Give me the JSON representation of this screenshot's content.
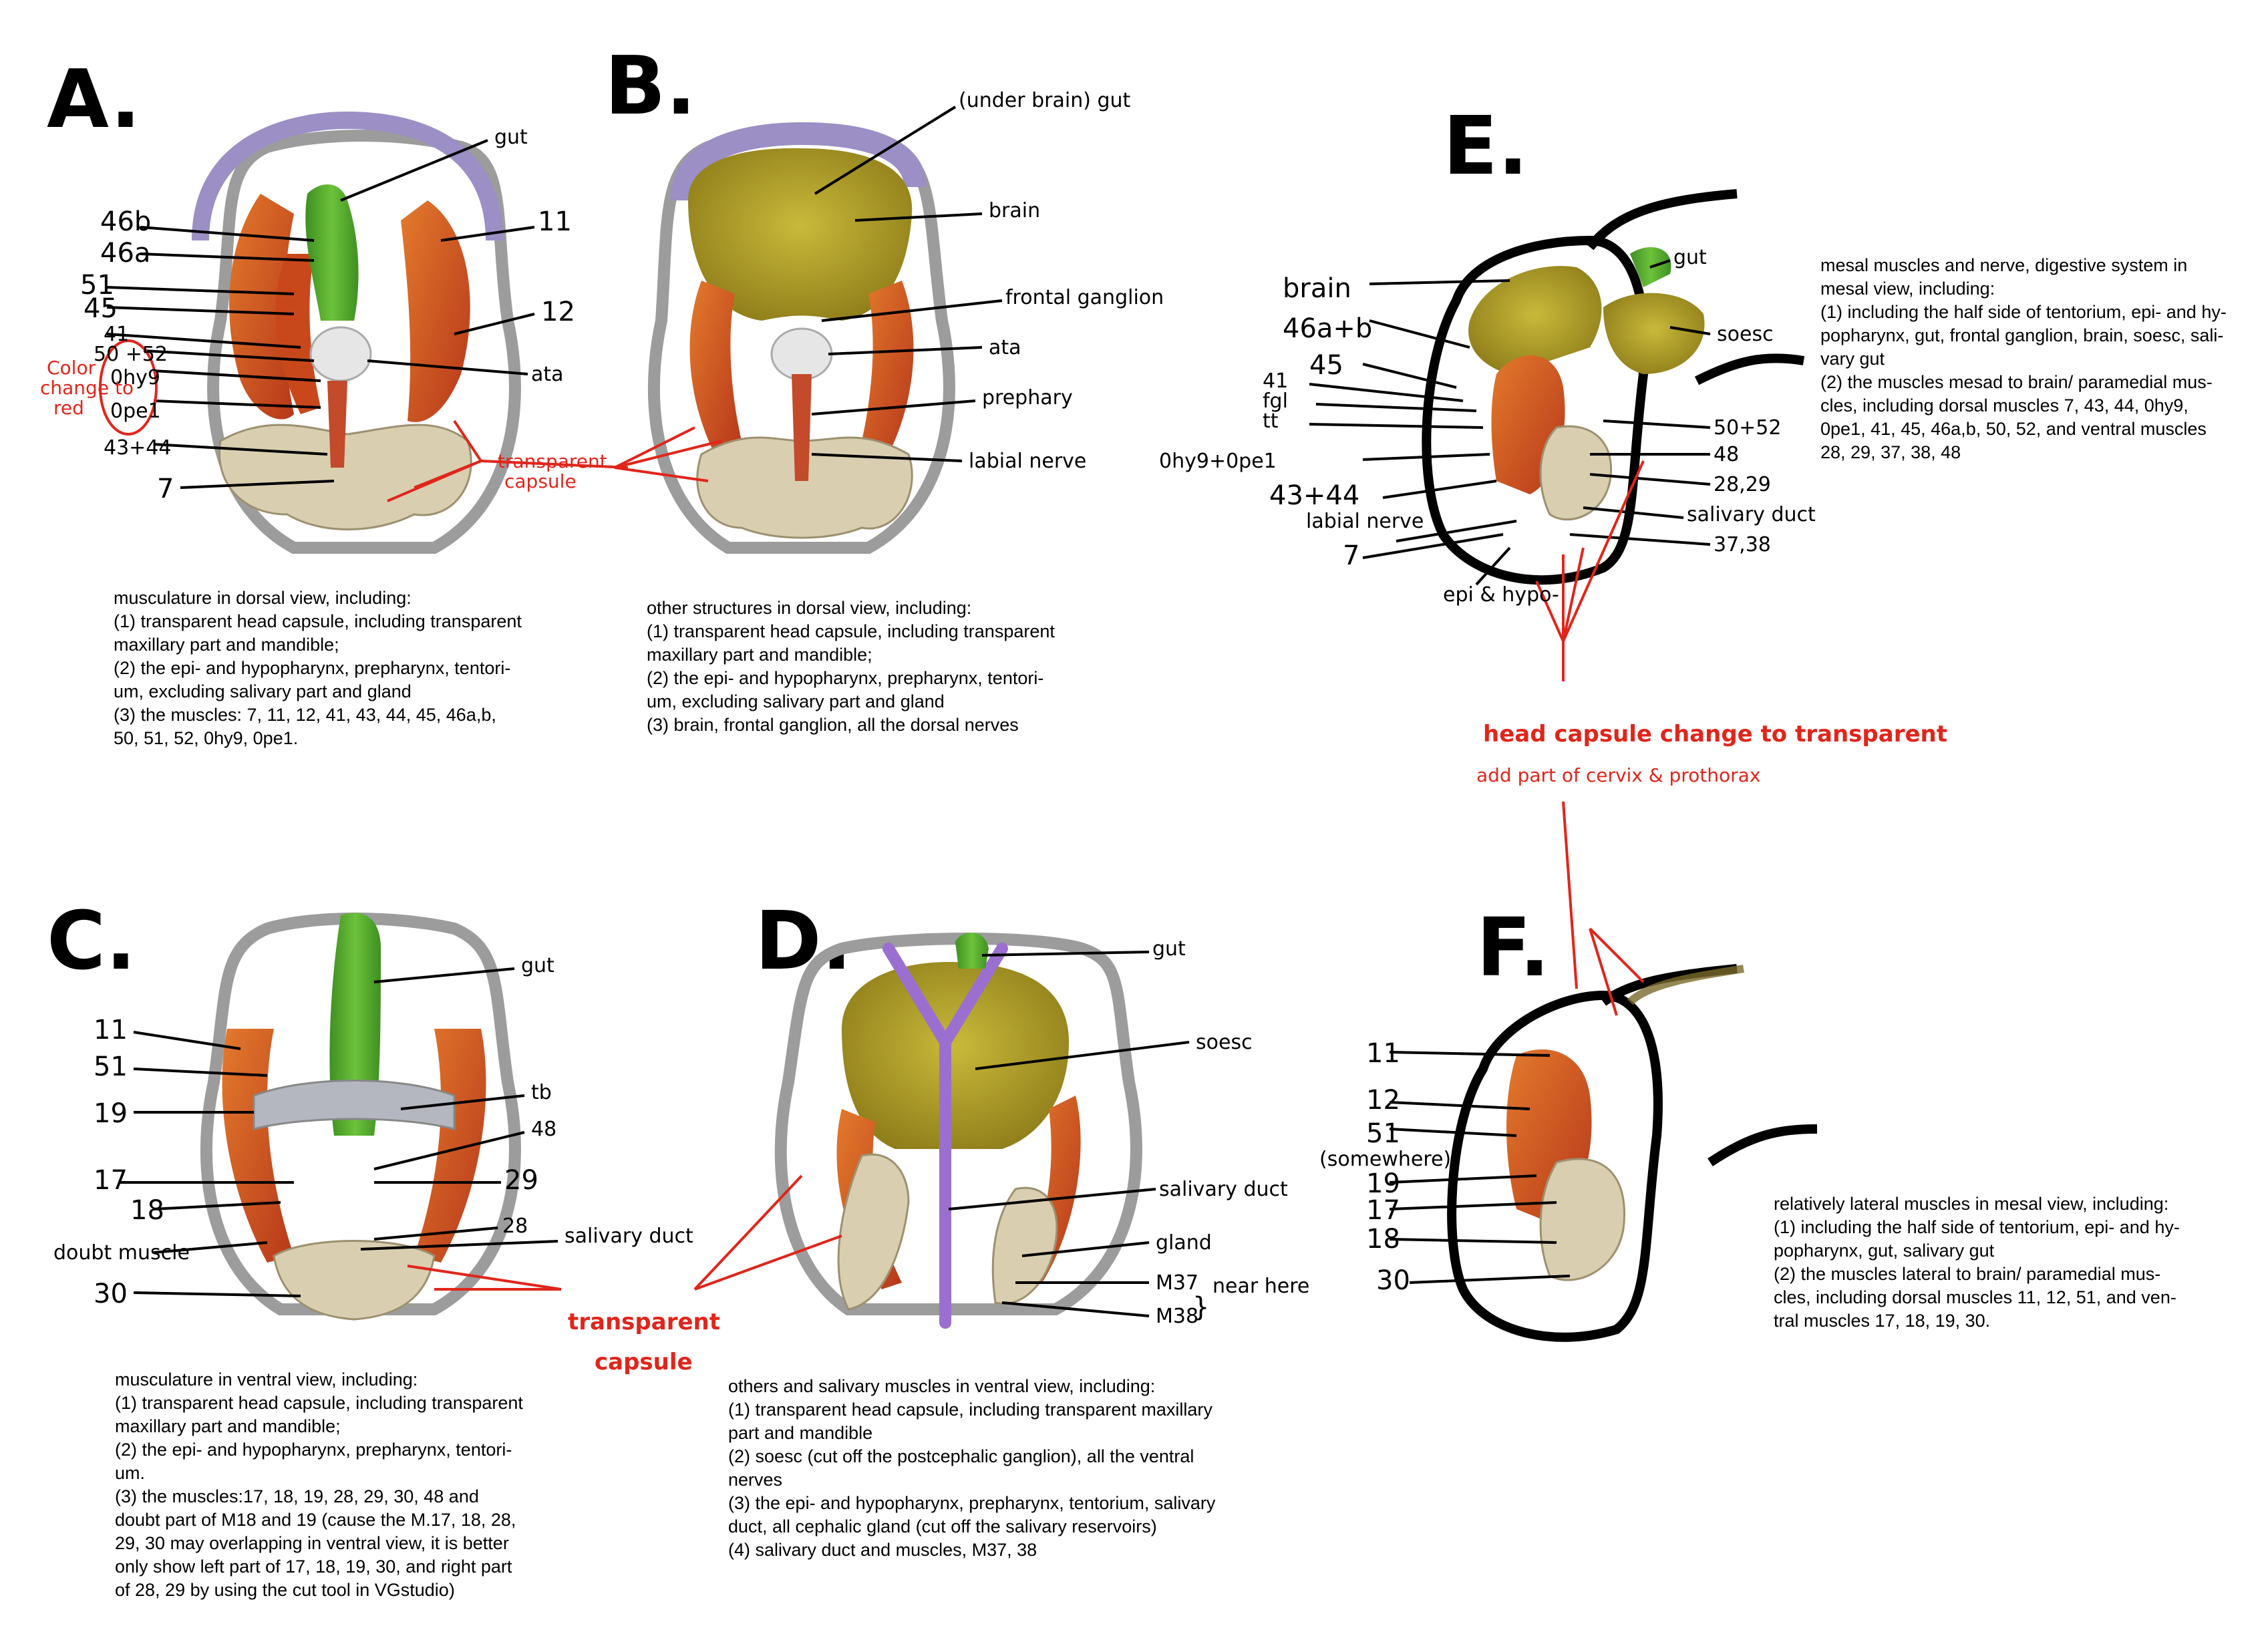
{
  "panels": {
    "a": {
      "letter": "A.",
      "labels": {
        "gut": "gut",
        "m46b": "46b",
        "m46a": "46a",
        "m51": "51",
        "m45": "45",
        "m41": "41",
        "m50_52": "50 +52",
        "m0hy9": "0hy9",
        "m0pe1": "0pe1",
        "m43_44": "43+44",
        "m7": "7",
        "m11": "11",
        "m12": "12",
        "ata": "ata"
      },
      "note_color": [
        "Color",
        "change to",
        "red"
      ],
      "capsule": [
        "transparent",
        "capsule"
      ],
      "desc": [
        "musculature in dorsal view, including:",
        "(1)  transparent head capsule, including transparent",
        "maxillary part and mandible;",
        "(2)  the epi- and hypopharynx, prepharynx, tentori-",
        "um, excluding salivary part and gland",
        "(3)  the muscles: 7, 11, 12, 41, 43, 44, 45, 46a,b,",
        "50, 51, 52,  0hy9, 0pe1."
      ]
    },
    "b": {
      "letter": "B.",
      "labels": {
        "gut": "(under brain) gut",
        "brain": "brain",
        "frontal": "frontal ganglion",
        "ata": "ata",
        "prephary": "prephary",
        "labial": "labial nerve"
      },
      "desc": [
        "other structures in dorsal view, including:",
        "(1)  transparent head capsule, including transparent",
        "maxillary part and mandible;",
        "(2)  the epi- and hypopharynx, prepharynx, tentori-",
        "um, excluding salivary part and gland",
        "(3)  brain, frontal ganglion, all the dorsal nerves"
      ]
    },
    "c": {
      "letter": "C.",
      "labels": {
        "gut": "gut",
        "m11": "11",
        "m51": "51",
        "m19": "19",
        "m17": "17",
        "m18": "18",
        "doubt": "doubt muscle",
        "m30": "30",
        "tb": "tb",
        "m48": "48",
        "m29": "29",
        "m28": "28",
        "sal": "salivary duct"
      },
      "desc": [
        "musculature in ventral view, including:",
        "(1)  transparent head capsule, including transparent",
        "maxillary part and mandible;",
        "(2)  the epi- and hypopharynx, prepharynx, tentori-",
        "um.",
        "(3)  the muscles:17, 18, 19, 28, 29, 30, 48 and",
        "doubt part of M18 and 19 (cause the M.17, 18, 28,",
        "29, 30 may overlapping in ventral view, it is better",
        "only show left part of 17, 18, 19, 30, and right part",
        "of 28, 29 by using the cut tool in VGstudio)"
      ]
    },
    "d": {
      "letter": "D.",
      "labels": {
        "gut": "gut",
        "soesc": "soesc",
        "sal": "salivary duct",
        "gland": "gland",
        "m38": "M38",
        "m37": "M37",
        "near": "near here"
      },
      "capsule": [
        "transparent",
        "capsule"
      ],
      "desc": [
        "others and salivary muscles  in ventral view, including:",
        "(1)  transparent head capsule, including transparent maxillary",
        "part and mandible",
        "(2)  soesc (cut off the postcephalic ganglion), all the ventral",
        "nerves",
        "(3)  the epi- and hypopharynx, prepharynx, tentorium, salivary",
        "duct, all cephalic gland (cut off the salivary reservoirs)",
        "(4)  salivary duct and muscles, M37, 38"
      ]
    },
    "e": {
      "letter": "E.",
      "labels": {
        "brain": "brain",
        "m46ab": "46a+b",
        "m45": "45",
        "m41": "41",
        "fgl": "fgl",
        "tt": "tt",
        "m0hy9": "0hy9+0pe1",
        "m43_44": "43+44",
        "labial": "labial nerve",
        "m7": "7",
        "epi": "epi & hypo-",
        "gut": "gut",
        "soesc": "soesc",
        "m50_52": "50+52",
        "m48": "48",
        "m28_29": "28,29",
        "sal": "salivary duct",
        "m37_38": "37,38"
      },
      "desc": [
        "mesal muscles and nerve, digestive system in",
        "mesal view, including:",
        "(1)  including the half side of tentorium, epi- and hy-",
        "popharynx, gut, frontal ganglion, brain, soesc, sali-",
        "vary gut",
        "(2)  the muscles mesad to brain/ paramedial mus-",
        "cles, including dorsal muscles 7, 43, 44, 0hy9,",
        "0pe1, 41, 45, 46a,b, 50, 52,  and ventral muscles",
        "28, 29, 37, 38, 48"
      ]
    },
    "f": {
      "letter": "F.",
      "labels": {
        "m11": "11",
        "m12": "12",
        "m51": "51",
        "some": "(somewhere)",
        "m19": "19",
        "m17": "17",
        "m18": "18",
        "m30": "30"
      },
      "desc": [
        "relatively lateral muscles in mesal view, including:",
        "(1)  including the half side of tentorium, epi- and hy-",
        "popharynx, gut, salivary gut",
        "(2)  the muscles lateral to brain/ paramedial mus-",
        "cles, including dorsal muscles 11, 12, 51, and ven-",
        "tral muscles 17, 18, 19, 30."
      ]
    }
  },
  "ef_note": [
    "head capsule change to transparent",
    "add part of cervix & prothorax"
  ],
  "colors": {
    "muscle": "#c9481b",
    "muscle_light": "#e0782a",
    "gut": "#52a62a",
    "brain": "#b5a52a",
    "capsule_outline": "#9c9c9c",
    "tentorium": "#d9cfb0",
    "purple": "#9b6fd0",
    "note_red": "#e1251b"
  }
}
